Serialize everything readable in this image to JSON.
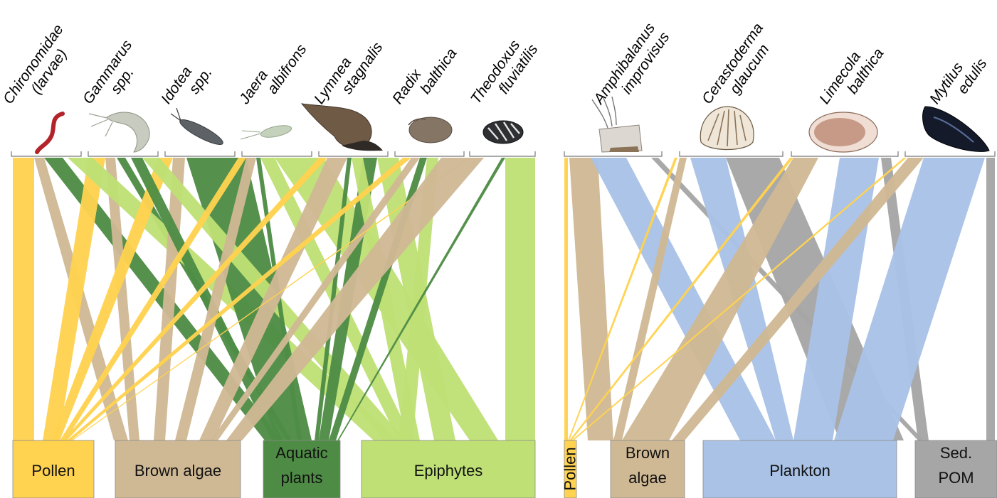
{
  "colors": {
    "pollen": "#FFD24F",
    "brown_algae": "#CFB894",
    "aquatic_plants": "#4E8C45",
    "epiphytes": "#BEE075",
    "plankton": "#A9C2E6",
    "sed_pom": "#A6A6A6"
  },
  "left_panel": {
    "consumers": [
      {
        "line1": "Chironomidae",
        "line2": "(larvae)",
        "icon": "chironomid-larva-icon"
      },
      {
        "line1": "Gammarus",
        "line2": "spp.",
        "icon": "gammarus-icon"
      },
      {
        "line1": "Idotea",
        "line2": "spp.",
        "icon": "idotea-icon"
      },
      {
        "line1": "Jaera",
        "line2": "albifrons",
        "icon": "jaera-icon"
      },
      {
        "line1": "Lymnea",
        "line2": "stagnalis",
        "icon": "lymnea-snail-icon"
      },
      {
        "line1": "Radix",
        "line2": "balthica",
        "icon": "radix-snail-icon"
      },
      {
        "line1": "Theodoxus",
        "line2": "fluviatilis",
        "icon": "theodoxus-snail-icon"
      }
    ],
    "sources": [
      {
        "line1": "Pollen",
        "line2": "",
        "color_key": "pollen"
      },
      {
        "line1": "Brown algae",
        "line2": "",
        "color_key": "brown_algae"
      },
      {
        "line1": "Aquatic",
        "line2": "plants",
        "color_key": "aquatic_plants"
      },
      {
        "line1": "Epiphytes",
        "line2": "",
        "color_key": "epiphytes"
      }
    ]
  },
  "right_panel": {
    "consumers": [
      {
        "line1": "Amphibalanus",
        "line2": "improvisus",
        "icon": "barnacle-icon"
      },
      {
        "line1": "Cerastoderma",
        "line2": "glaucum",
        "icon": "cockle-icon"
      },
      {
        "line1": "Limecola",
        "line2": "balthica",
        "icon": "clam-icon"
      },
      {
        "line1": "Mytilus",
        "line2": "edulis",
        "icon": "mussel-icon"
      }
    ],
    "sources": [
      {
        "line1": "Pollen",
        "line2": "",
        "color_key": "pollen",
        "vertical": true
      },
      {
        "line1": "Brown",
        "line2": "algae",
        "color_key": "brown_algae"
      },
      {
        "line1": "Plankton",
        "line2": "",
        "color_key": "plankton"
      },
      {
        "line1": "Sed.",
        "line2": "POM",
        "color_key": "sed_pom"
      }
    ]
  }
}
